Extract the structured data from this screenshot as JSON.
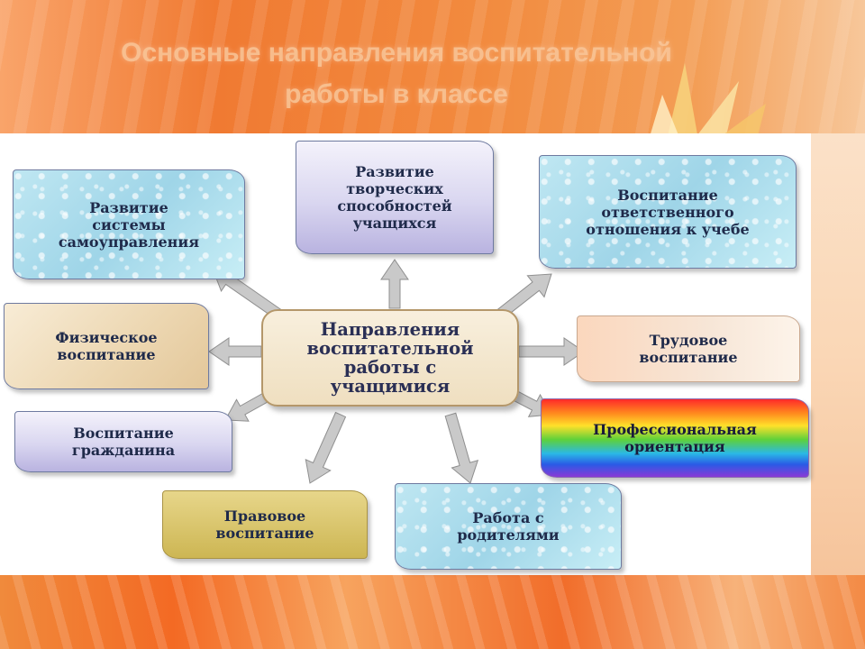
{
  "slide": {
    "title_line1": "Основные направления воспитательной",
    "title_line2": "работы в классе"
  },
  "diagram": {
    "center": {
      "line1": "Направления",
      "line2": "воспитательной",
      "line3": "работы с",
      "line4": "учащимися"
    },
    "nodes": {
      "self_government": {
        "line1": "Развитие",
        "line2": "системы",
        "line3": "самоуправления"
      },
      "creativity": {
        "line1": "Развитие",
        "line2": "творческих",
        "line3": "способностей",
        "line4": "учащихся"
      },
      "study_attitude": {
        "line1": "Воспитание",
        "line2": "ответственного",
        "line3": "отношения к учебе"
      },
      "physical": {
        "line1": "Физическое",
        "line2": "воспитание"
      },
      "labor": {
        "line1": "Трудовое",
        "line2": "воспитание"
      },
      "citizen": {
        "line1": "Воспитание",
        "line2": "гражданина"
      },
      "career": {
        "line1": "Профессиональная",
        "line2": "ориентация"
      },
      "legal": {
        "line1": "Правовое",
        "line2": "воспитание"
      },
      "parents": {
        "line1": "Работа с",
        "line2": "родителями"
      }
    }
  },
  "colors": {
    "arrow_fill": "#c9c9c9",
    "arrow_stroke": "#8f8f8f"
  }
}
